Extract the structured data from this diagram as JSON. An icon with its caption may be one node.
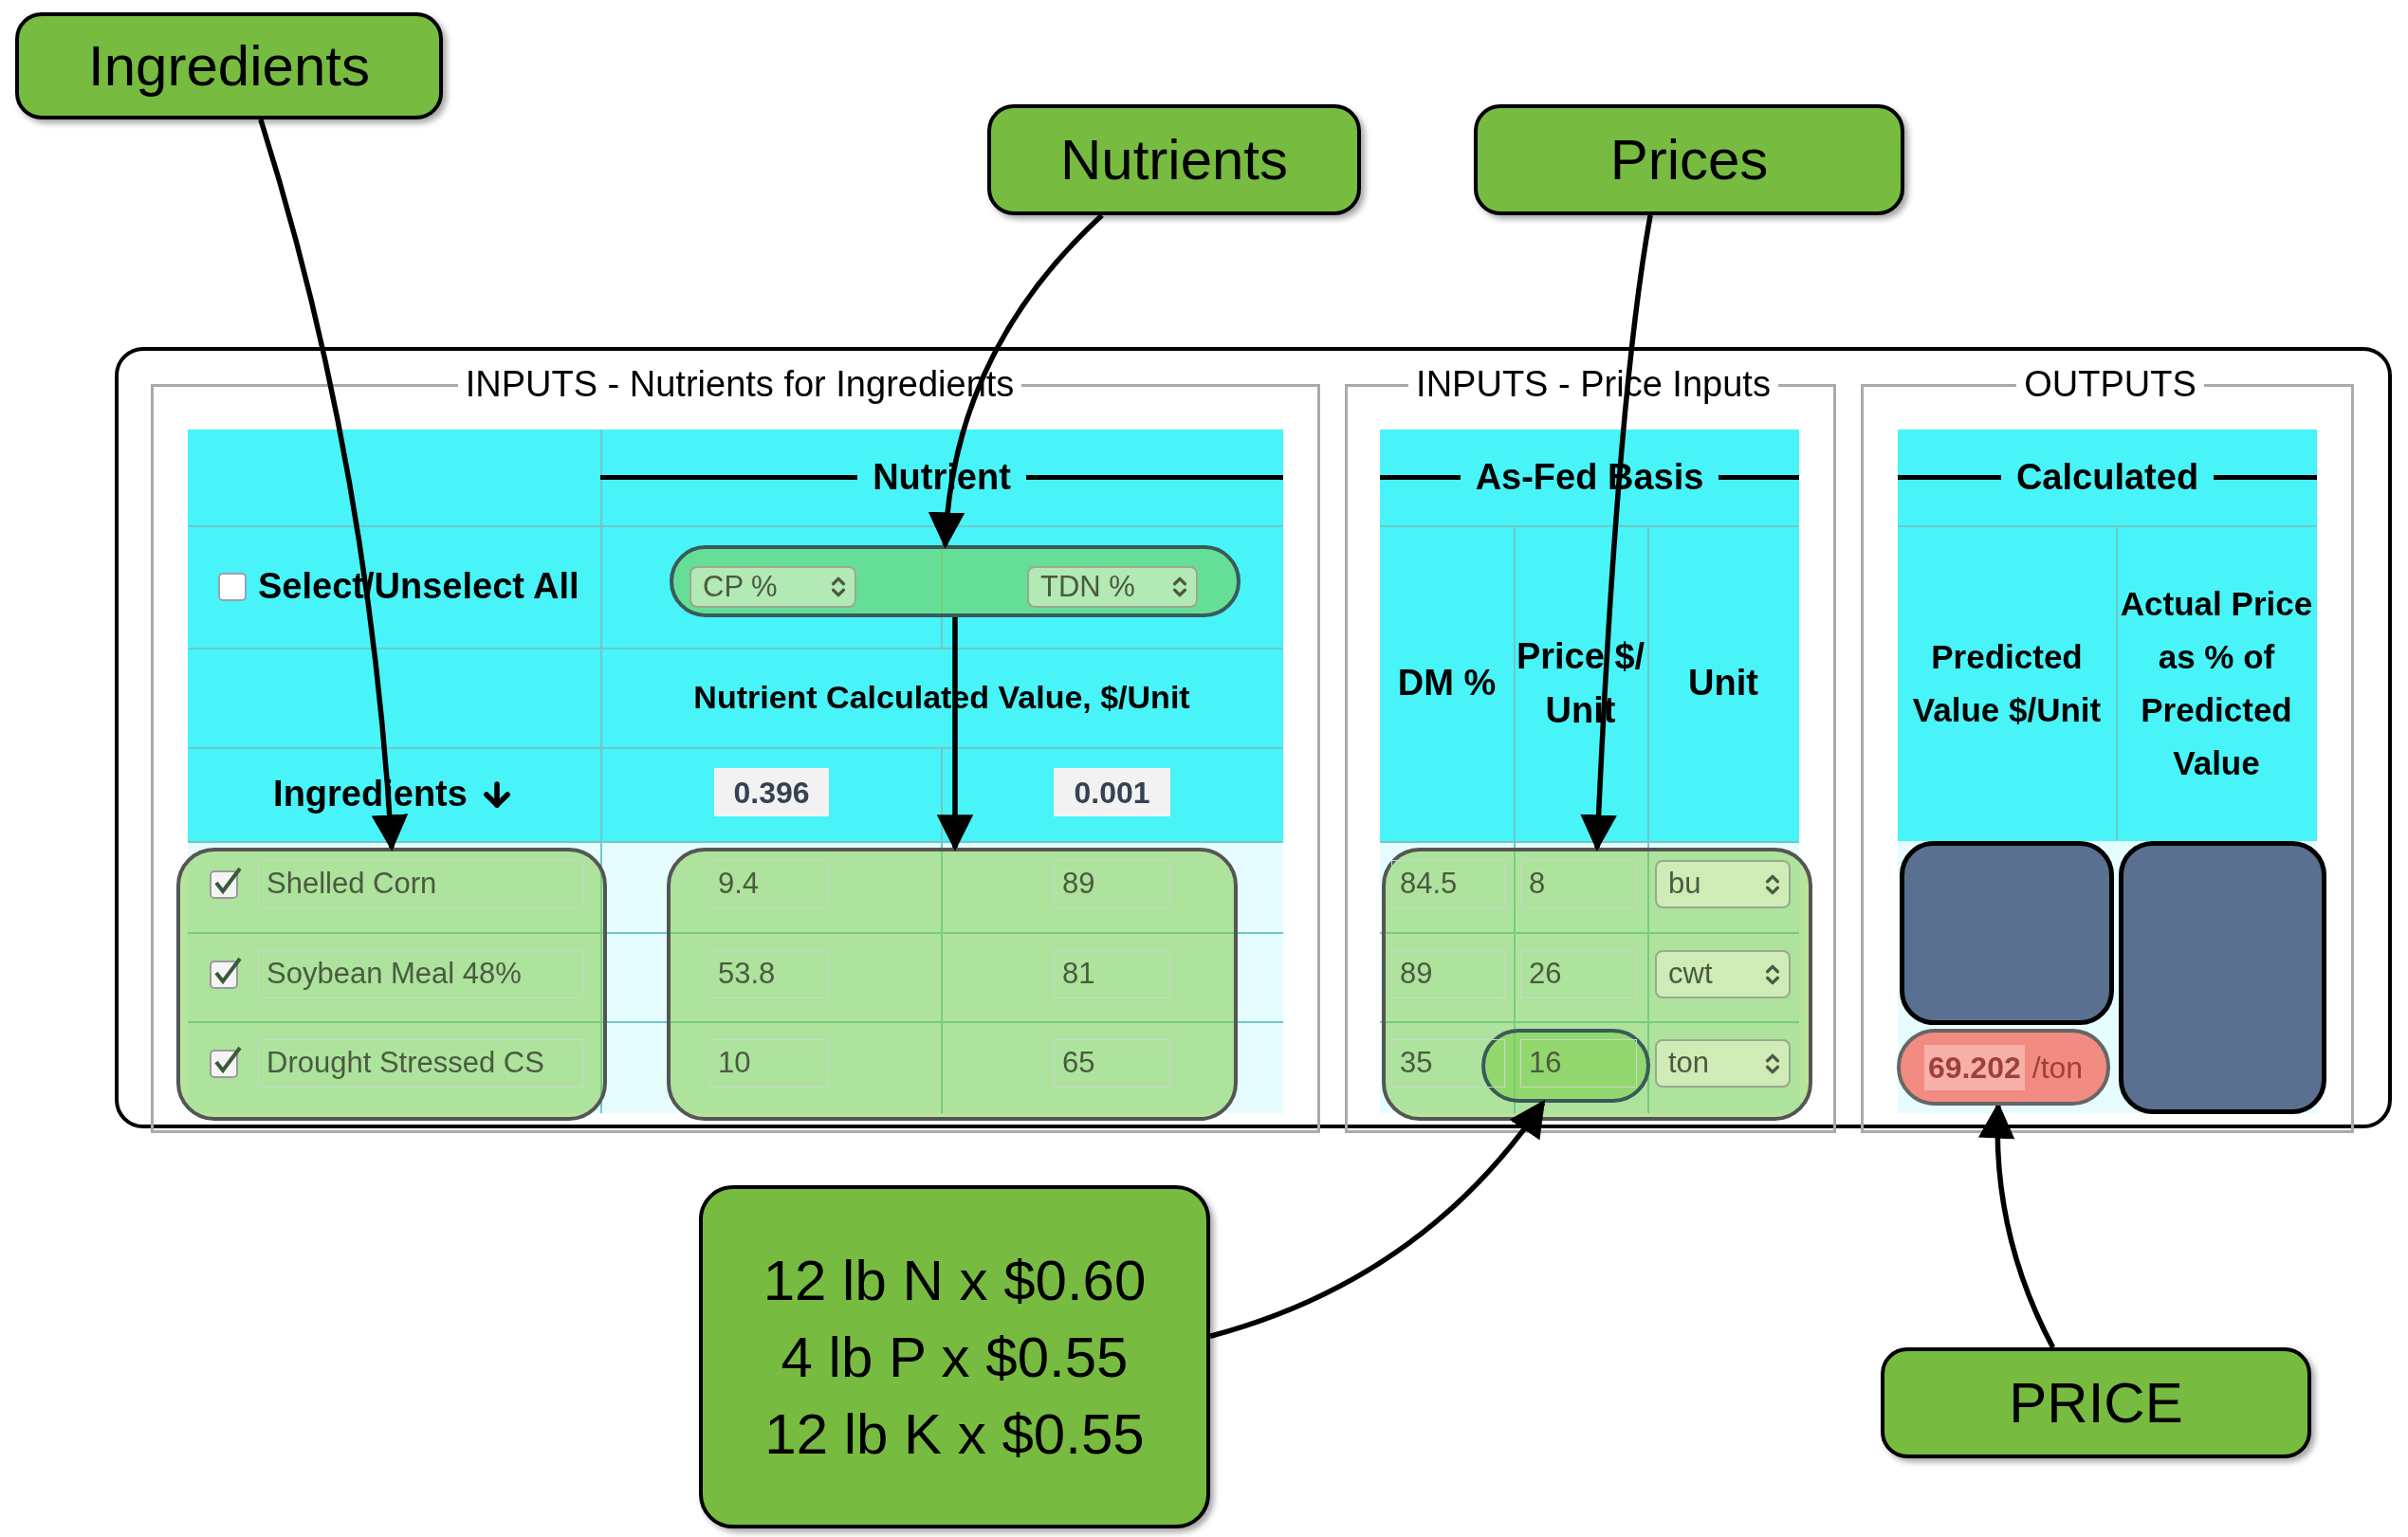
{
  "diagram": {
    "nodes": [
      {
        "text": [
          "Ingredients"
        ]
      },
      {
        "text": [
          "Nutrients"
        ]
      },
      {
        "text": [
          "Prices"
        ]
      },
      {
        "text": [],
        "shape": "box"
      },
      {
        "text": [],
        "shape": "box"
      },
      {
        "text": [],
        "shape": "box"
      },
      {
        "text": [],
        "shape": "box"
      },
      {
        "text": [],
        "shape": "box",
        "in": 6
      },
      {
        "text": [
          "12 lb N x $0.60",
          "4 lb P x $0.55",
          "12 lb K x $0.55"
        ]
      },
      {
        "text": [
          "PRICE"
        ]
      },
      {
        "text": [
          "69.202",
          "/ton"
        ]
      },
      {
        "text": [],
        "shape": "box"
      },
      {
        "text": [],
        "shape": "box"
      }
    ],
    "edges": [
      {
        "from": 0,
        "to": 3,
        "arrow": "to"
      },
      {
        "from": 1,
        "to": 4,
        "arrow": "to"
      },
      {
        "from": 4,
        "to": 5,
        "arrow": "to"
      },
      {
        "from": 2,
        "to": 6,
        "arrow": "to"
      },
      {
        "from": 8,
        "to": 7,
        "arrow": "to"
      },
      {
        "from": 9,
        "to": 10,
        "arrow": "to"
      }
    ],
    "labels": [
      "INPUTS - Nutrients for Ingredients",
      "INPUTS - Price Inputs",
      "OUTPUTS",
      "Nutrient",
      "As-Fed Basis",
      "Calculated",
      "Select/Unselect All",
      "CP %",
      "TDN %",
      "DM %",
      "Price $/ Unit",
      "Unit",
      "Predicted Value $/Unit",
      "Actual Price as % of Predicted Value",
      "Nutrient Calculated Value, $/Unit",
      "Ingredients",
      "0.396",
      "0.001",
      "Shelled Corn",
      "9.4",
      "89",
      "84.5",
      "8",
      "bu",
      "Soybean Meal 48%",
      "53.8",
      "81",
      "89",
      "26",
      "cwt",
      "Drought Stressed CS",
      "10",
      "65",
      "35",
      "16",
      "ton"
    ]
  }
}
